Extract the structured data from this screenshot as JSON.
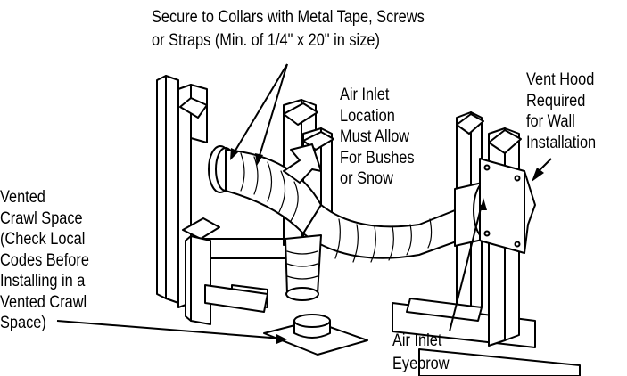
{
  "labels": {
    "secure_line1": "Secure to Collars with Metal Tape, Screws",
    "secure_line2": "or Straps (Min. of 1/4\" x 20\" in size)",
    "air_inlet_location": [
      "Air Inlet",
      "Location",
      "Must Allow",
      "For Bushes",
      "or Snow"
    ],
    "vent_hood": [
      "Vent Hood",
      "Required",
      "for Wall",
      "Installation"
    ],
    "vented_crawl": [
      "Vented",
      "Crawl Space",
      "(Check Local",
      "Codes Before",
      "Installing in a",
      "Vented Crawl",
      "Space)"
    ],
    "air_inlet_eyebrow": [
      "Air Inlet",
      "Eyebrow"
    ]
  },
  "colors": {
    "ink": "#000000",
    "paper": "#ffffff"
  }
}
